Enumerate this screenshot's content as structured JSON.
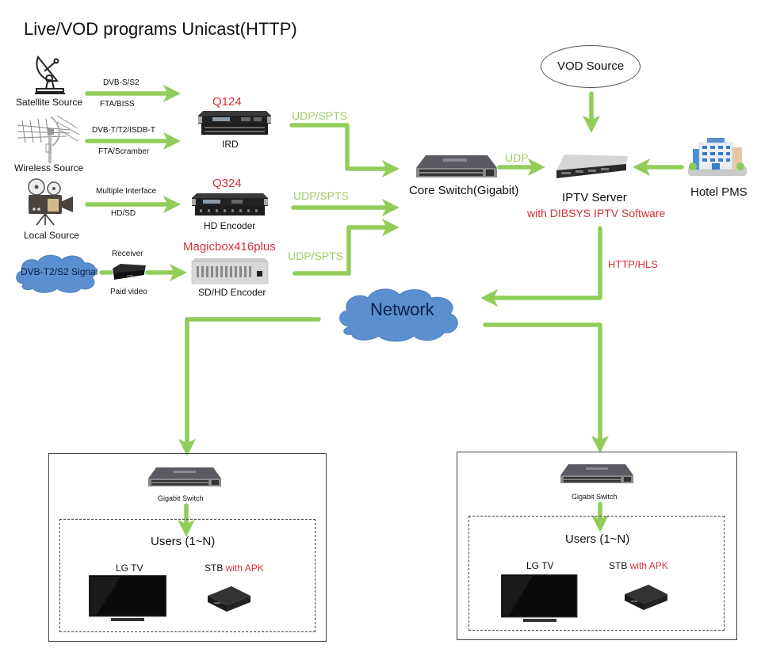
{
  "title": "Live/VOD programs Unicast(HTTP)",
  "colors": {
    "link": "#92cd5a",
    "accent_red": "#d6303a",
    "cloud": "#5b8fd0",
    "protocol_green": "#9ccc65"
  },
  "sources": [
    {
      "name": "Satellite Source",
      "icon": "satellite-dish-icon",
      "top_label": "DVB-S/S2",
      "bottom_label": "FTA/BISS"
    },
    {
      "name": "Wireless Source",
      "icon": "antenna-icon",
      "top_label": "DVB-T/T2/ISDB-T",
      "bottom_label": "FTA/Scramber"
    },
    {
      "name": "Local Source",
      "icon": "film-camera-icon",
      "top_label": "Multiple Interface",
      "bottom_label": "HD/SD"
    },
    {
      "name": "DVB-T2/S2 Signal",
      "icon": "cloud-icon",
      "top_label": "Receiver",
      "bottom_label": "Paid video"
    }
  ],
  "devices": [
    {
      "model": "Q124",
      "name": "IRD",
      "protocol": "UDP/SPTS"
    },
    {
      "model": "Q324",
      "name": "HD Encoder",
      "protocol": "UDP/SPTS"
    },
    {
      "model": "Magicbox416plus",
      "name": "SD/HD Encoder",
      "protocol": "UDP/SPTS"
    }
  ],
  "core_switch": {
    "name": "Core Switch(Gigabit)",
    "protocol": "UDP"
  },
  "vod_source": "VOD Source",
  "iptv_server": {
    "name": "IPTV Server",
    "subtitle": "with DIBSYS IPTV Software",
    "protocol": "HTTP/HLS"
  },
  "hotel_pms": "Hotel PMS",
  "network": "Network",
  "user_groups": [
    {
      "switch": "Gigabit Switch",
      "users": "Users (1~N)",
      "tv": "LG TV",
      "stb": "STB",
      "stb_suffix": "with APK"
    },
    {
      "switch": "Gigabit Switch",
      "users": "Users (1~N)",
      "tv": "LG TV",
      "stb": "STB",
      "stb_suffix": "with APK"
    }
  ]
}
